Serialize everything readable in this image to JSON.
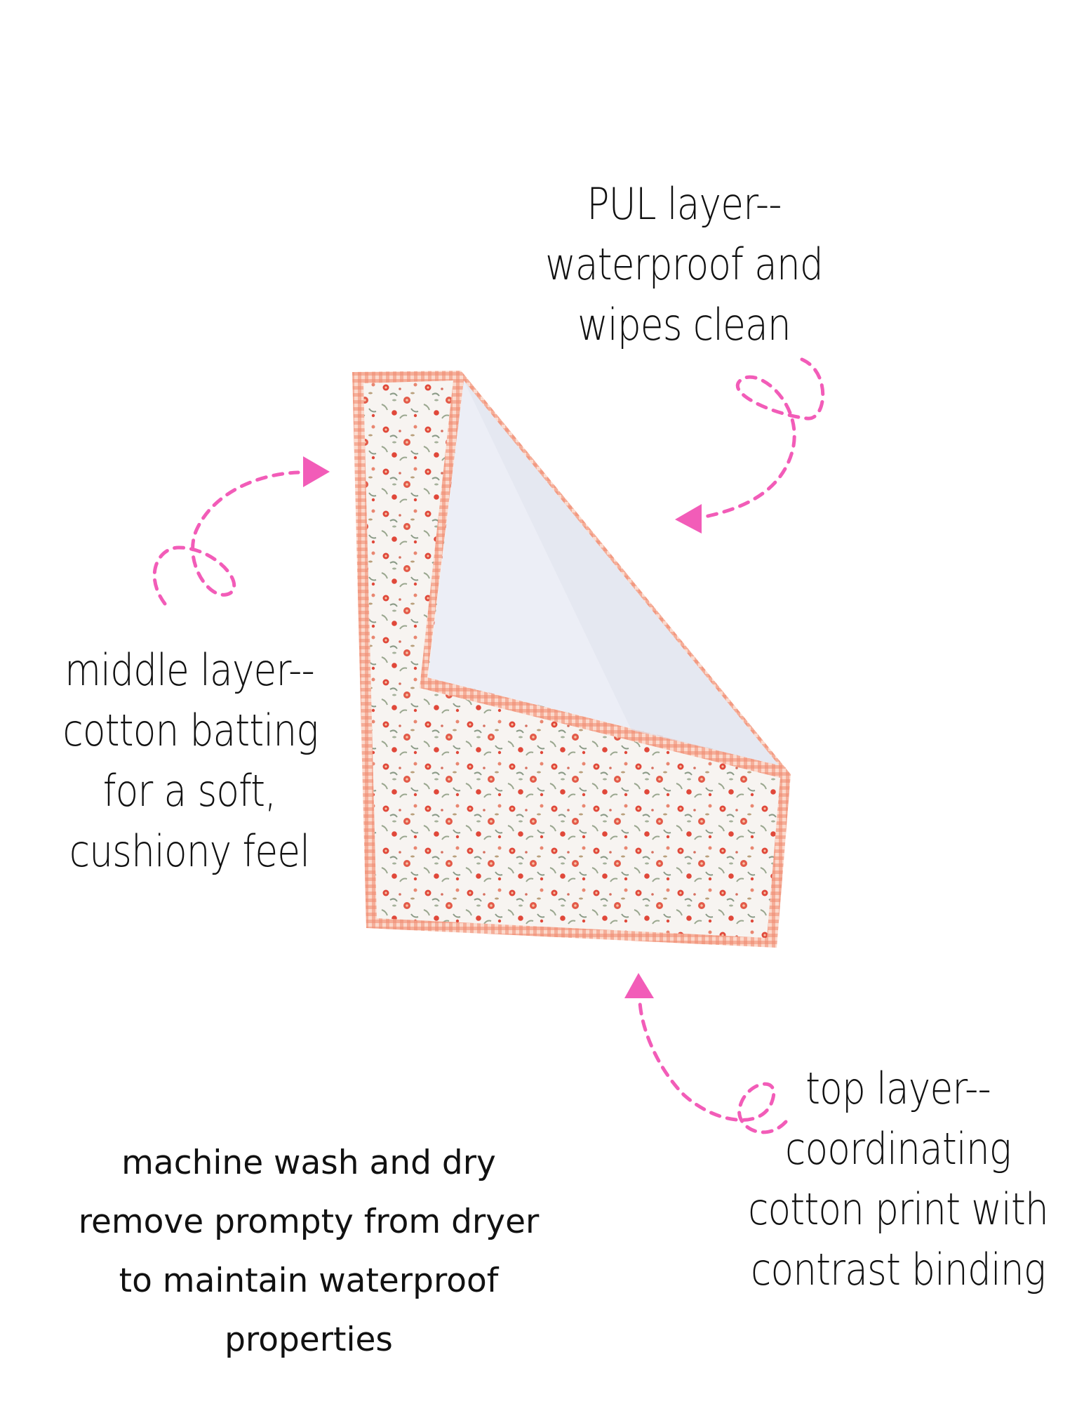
{
  "labels": {
    "pul_layer": {
      "lines": [
        "PUL layer--",
        "waterproof and",
        "wipes clean"
      ]
    },
    "middle_layer": {
      "lines": [
        "middle layer--",
        "cotton batting",
        "for a soft,",
        "cushiony feel"
      ]
    },
    "top_layer": {
      "lines": [
        "top layer--",
        "coordinating",
        "cotton print with",
        "contrast binding"
      ]
    },
    "care": {
      "lines": [
        "machine wash and dry",
        "remove prompty from dryer",
        "to maintain waterproof",
        "properties"
      ]
    }
  },
  "colors": {
    "arrow": "#f25cb8",
    "binding": "#f08a6e",
    "print_ground": "#f7f4f1",
    "flower": "#e0483a",
    "leaf": "#8a9a86",
    "pul": "#eceef6"
  },
  "icons": [
    "curly-arrow-icon",
    "curly-arrow-icon",
    "curly-arrow-icon"
  ]
}
